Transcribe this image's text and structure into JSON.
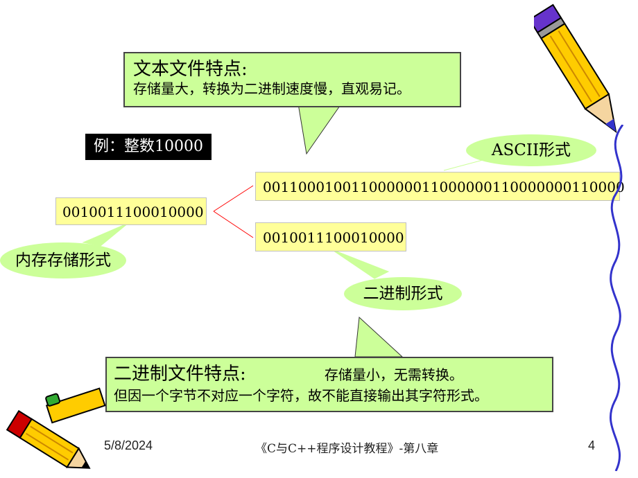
{
  "text_callout": {
    "title": "文本文件特点:",
    "body": "存储量大，转换为二进制速度慢，直观易记。"
  },
  "example_label": "例：整数10000",
  "memory_value": "0010011100010000",
  "ascii_value": "00110001001100000011000000110000000110000",
  "binary_value": "0010011100010000",
  "bubbles": {
    "ascii": "ASCII形式",
    "memory": "内存存储形式",
    "binary": "二进制形式"
  },
  "binary_callout": {
    "title": "二进制文件特点:",
    "line1_tail": "存储量小，无需转换。",
    "line2": "但因一个字节不对应一个字符，故不能直接输出其字符形式。"
  },
  "footer": {
    "date": "5/8/2024",
    "course": "《C与C++程序设计教程》-第八章",
    "page": "4"
  },
  "colors": {
    "callout_fill": "#ccff99",
    "value_box_fill": "#ffff99",
    "example_bg": "#000000",
    "connector": "#ff0000"
  }
}
